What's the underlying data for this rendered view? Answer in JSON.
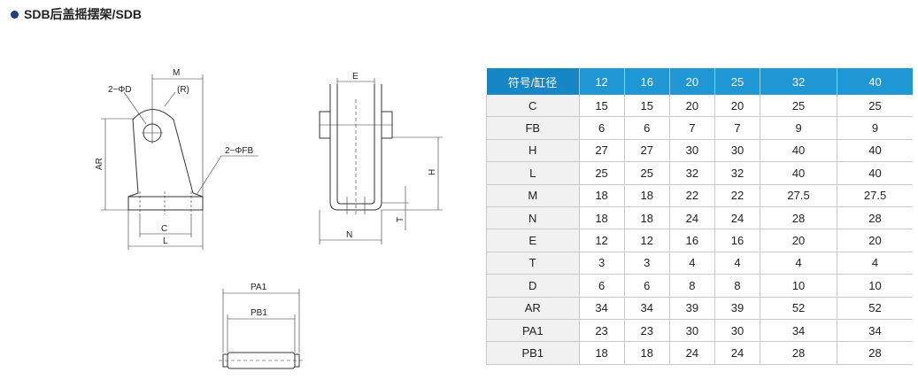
{
  "title": "SDB后盖摇摆架/SDB",
  "drawing_labels": {
    "m": "M",
    "two_phi_d": "2−ΦD",
    "r": "(R)",
    "ar": "AR",
    "two_phi_fb": "2−ΦFB",
    "c": "C",
    "l": "L",
    "e": "E",
    "h": "H",
    "t": "T",
    "n": "N",
    "pa1": "PA1",
    "pb1": "PB1"
  },
  "table": {
    "header_label": "符号/缸径",
    "columns": [
      "12",
      "16",
      "20",
      "25",
      "32",
      "40"
    ],
    "rows": [
      {
        "label": "C",
        "values": [
          "15",
          "15",
          "20",
          "20",
          "25",
          "25"
        ]
      },
      {
        "label": "FB",
        "values": [
          "6",
          "6",
          "7",
          "7",
          "9",
          "9"
        ]
      },
      {
        "label": "H",
        "values": [
          "27",
          "27",
          "30",
          "30",
          "40",
          "40"
        ]
      },
      {
        "label": "L",
        "values": [
          "25",
          "25",
          "32",
          "32",
          "40",
          "40"
        ]
      },
      {
        "label": "M",
        "values": [
          "18",
          "18",
          "22",
          "22",
          "27.5",
          "27.5"
        ]
      },
      {
        "label": "N",
        "values": [
          "18",
          "18",
          "24",
          "24",
          "28",
          "28"
        ]
      },
      {
        "label": "E",
        "values": [
          "12",
          "12",
          "16",
          "16",
          "20",
          "20"
        ]
      },
      {
        "label": "T",
        "values": [
          "3",
          "3",
          "4",
          "4",
          "4",
          "4"
        ]
      },
      {
        "label": "D",
        "values": [
          "6",
          "6",
          "8",
          "8",
          "10",
          "10"
        ]
      },
      {
        "label": "AR",
        "values": [
          "34",
          "34",
          "39",
          "39",
          "52",
          "52"
        ]
      },
      {
        "label": "PA1",
        "values": [
          "23",
          "23",
          "30",
          "30",
          "34",
          "34"
        ]
      },
      {
        "label": "PB1",
        "values": [
          "18",
          "18",
          "24",
          "24",
          "28",
          "28"
        ]
      }
    ]
  },
  "colors": {
    "header_bg": "#1f97d4",
    "header_first_bg": "#1687c4",
    "label_bg": "#f1f1f1",
    "bullet": "#1f3a8a"
  }
}
